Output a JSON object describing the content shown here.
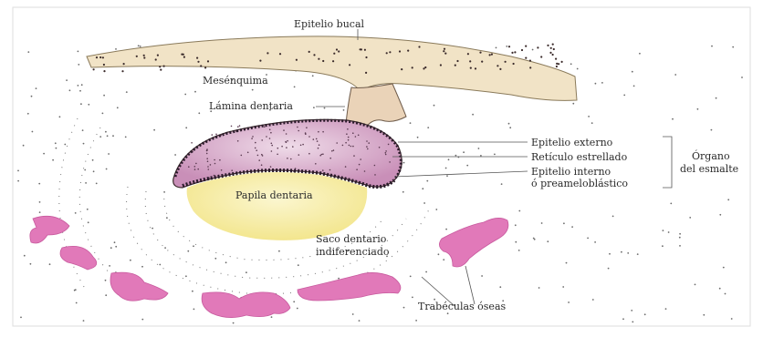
{
  "labels": {
    "epitelio_bucal": "Epitelio bucal",
    "mesenquima": "Mesénquima",
    "lamina_dentaria": "Lámina dentaria",
    "epitelio_externo": "Epitelio externo",
    "reticulo_estrellado": "Retículo estrellado",
    "epitelio_interno_1": "Epitelio interno",
    "epitelio_interno_2": "ó preameloblástico",
    "organo_1": "Órgano",
    "organo_2": "del esmalte",
    "papila_dentaria": "Papila dentaria",
    "saco_dentario_1": "Saco dentario",
    "saco_dentario_2": "indiferenciado",
    "trabeculas_oseas": "Trabéculas óseas"
  },
  "colors": {
    "epithelium": "#f1e3c6",
    "enamel_organ": "#e4c8dd",
    "papilla": "#f7efa4",
    "bone": "#e179b9",
    "cell_dots": "#3a2a2a",
    "leader_line": "#555555"
  }
}
